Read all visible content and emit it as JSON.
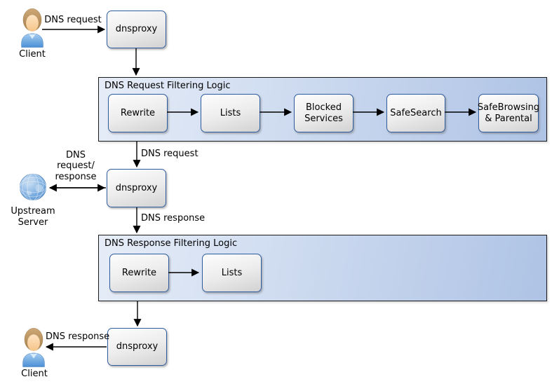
{
  "colors": {
    "node-border": "#2f5c9e",
    "container-border": "#1a1a1a",
    "container-fill-left": "#e6edf8",
    "container-fill-right": "#aec3e5",
    "edge": "#000000",
    "text": "#000000",
    "shirt-blue": "#5a9bdc",
    "globe-blue": "#5b97d6"
  },
  "actors": {
    "client_top": {
      "label": "Client"
    },
    "upstream": {
      "label": "Upstream\nServer"
    },
    "client_bottom": {
      "label": "Client"
    }
  },
  "proxies": {
    "top": "dnsproxy",
    "middle": "dnsproxy",
    "bottom": "dnsproxy"
  },
  "containers": {
    "request": {
      "title": "DNS Request Filtering Logic",
      "steps": [
        "Rewrite",
        "Lists",
        "Blocked Services",
        "SafeSearch",
        "SafeBrowsing & Parental"
      ]
    },
    "response": {
      "title": "DNS Response Filtering Logic",
      "steps": [
        "Rewrite",
        "Lists"
      ]
    }
  },
  "edge_labels": {
    "client_to_proxy": "DNS request",
    "filter_in": "DNS request",
    "upstream_link": "DNS\nrequest/\nresponse",
    "filter_response_in": "DNS response",
    "proxy_to_client": "DNS response"
  }
}
